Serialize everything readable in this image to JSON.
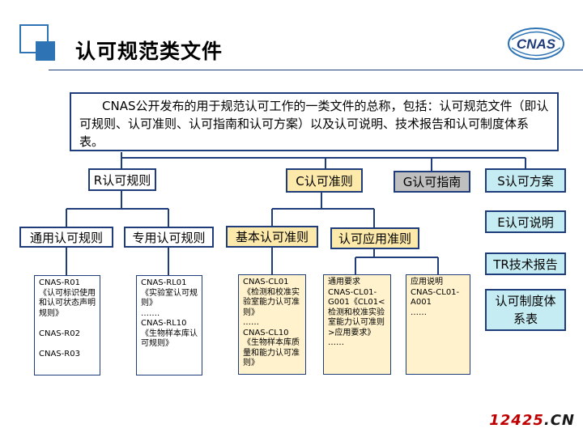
{
  "title": "认可规范类文件",
  "logo_text": "CNAS",
  "intro": "CNAS公开发布的用于规范认可工作的一类文件的总称，包括：认可规范文件（即认可规则、认可准则、认可指南和认可方案）以及认可说明、技术报告和认可制度体系表。",
  "categories": {
    "r_rules": "R认可规则",
    "c_criteria": "C认可准则",
    "g_guide": "G认可指南",
    "s_scheme": "S认可方案",
    "e_explanation": "E认可说明",
    "tr_report": "TR技术报告",
    "system_table": "认可制度体系表"
  },
  "subcategories": {
    "general_rules": "通用认可规则",
    "specific_rules": "专用认可规则",
    "basic_criteria": "基本认可准则",
    "application_criteria": "认可应用准则"
  },
  "leaves": {
    "general_rules": "CNAS-R01《认可标识使用和认可状态声明规则》\n\nCNAS-R02\n\nCNAS-R03",
    "specific_rules": "CNAS-RL01\n《实验室认可规则》\n…….\nCNAS-RL10\n《生物样本库认可规则》",
    "basic_criteria": "CNAS-CL01\n《检测和校准实验室能力认可准则》\n……\nCNAS-CL10\n《生物样本库质量和能力认可准则》",
    "application_general": "通用要求\nCNAS-CL01-G001《CL01<检测和校准实验室能力认可准则>应用要求》\n……",
    "application_explanation": "应用说明\nCNAS-CL01-A001\n……"
  },
  "watermark": {
    "number": "12425",
    "suffix": ".CN"
  },
  "colors": {
    "line": "#1f3d7a",
    "accent": "#2e74b5",
    "yellow": "#fde9a9",
    "gray": "#bfbfbf",
    "cyan": "#c5ecf3"
  }
}
